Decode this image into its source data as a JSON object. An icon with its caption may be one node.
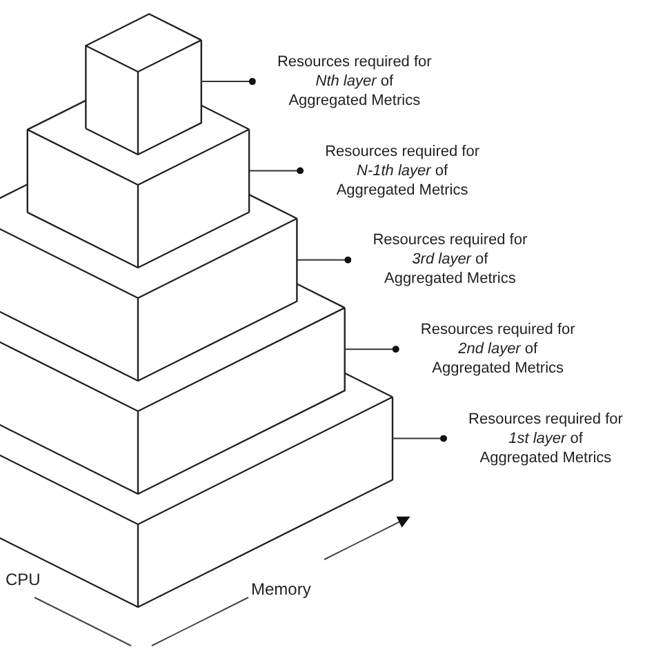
{
  "diagram": {
    "nodes": [
      {
        "text": [],
        "shape": "box"
      },
      {
        "text": [],
        "shape": "box"
      },
      {
        "text": [],
        "shape": "box"
      },
      {
        "text": [],
        "shape": "box"
      },
      {
        "text": [],
        "shape": "box"
      },
      {
        "text": [
          "Resources required for *Nth layer* of Aggregated Metrics"
        ]
      },
      {
        "text": [
          "Resources required for *N-1th layer* of Aggregated Metrics"
        ]
      },
      {
        "text": [
          "Resources required for *3rd layer* of Aggregated Metrics"
        ]
      },
      {
        "text": [
          "Resources required for *2nd layer* of Aggregated Metrics"
        ]
      },
      {
        "text": [
          "Resources required for *1st layer* of Aggregated Metrics"
        ]
      }
    ],
    "edges": [
      {
        "from": 5,
        "to": 0,
        "arrow": "other"
      },
      {
        "from": 6,
        "to": 1,
        "arrow": "other"
      },
      {
        "from": 7,
        "to": 2,
        "arrow": "other"
      },
      {
        "from": 8,
        "to": 3,
        "arrow": "other"
      },
      {
        "from": 9,
        "to": 4,
        "arrow": "other"
      }
    ],
    "labels": [
      "CPU",
      "Memory"
    ]
  }
}
